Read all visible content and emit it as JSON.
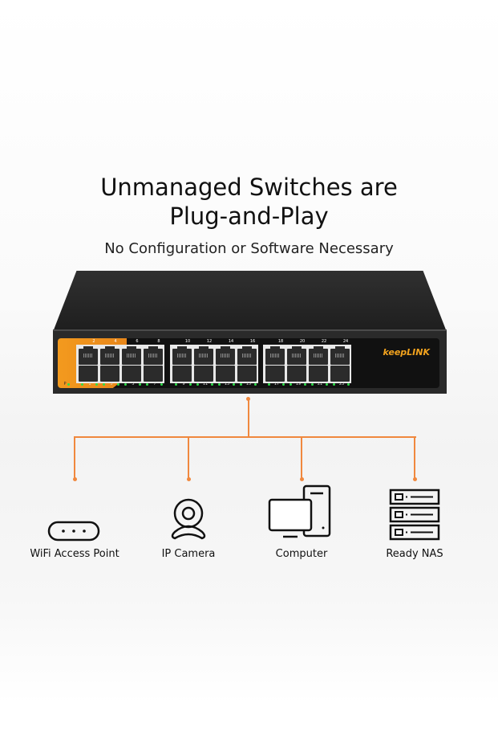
{
  "heading": {
    "line1": "Unmanaged Switches are",
    "line2": "Plug-and-Play",
    "subtitle": "No Configuration or Software Necessary"
  },
  "switch": {
    "brand": "keepLINK",
    "top_port_numbers": [
      "2",
      "4",
      "6",
      "8",
      "10",
      "12",
      "14",
      "16",
      "18",
      "20",
      "22",
      "24"
    ],
    "bottom_port_numbers": [
      "1",
      "3",
      "5",
      "7",
      "9",
      "11",
      "13",
      "15",
      "17",
      "19",
      "21",
      "23"
    ],
    "power_label": "P"
  },
  "devices": [
    {
      "label": "WiFi Access Point",
      "icon": "wifi-access-point-icon"
    },
    {
      "label": "IP Camera",
      "icon": "ip-camera-icon"
    },
    {
      "label": "Computer",
      "icon": "computer-icon"
    },
    {
      "label": "Ready NAS",
      "icon": "nas-icon"
    }
  ],
  "colors": {
    "accent": "#f0883e",
    "switch_orange": "#f39a1e",
    "led": "#2ee04a"
  }
}
